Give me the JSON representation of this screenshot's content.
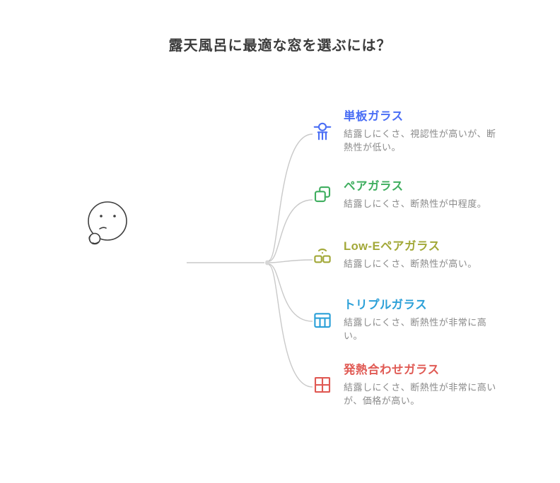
{
  "title": "露天風呂に最適な窓を選ぶには？",
  "colors": {
    "connector": "#c9c9c9",
    "face_stroke": "#3d3d3d",
    "description_text": "#8a8a8a",
    "title_text": "#3b3b3b"
  },
  "root": {
    "icon": "thinking-face-icon"
  },
  "items": [
    {
      "label": "単板ガラス",
      "description": "結露しにくさ、視認性が高いが、断熱性が低い。",
      "color": "#4a6ef5",
      "icon": "single-pane-glass-icon"
    },
    {
      "label": "ペアガラス",
      "description": "結露しにくさ、断熱性が中程度。",
      "color": "#3fae5f",
      "icon": "pair-glass-icon"
    },
    {
      "label": "Low-Eペアガラス",
      "description": "結露しにくさ、断熱性が高い。",
      "color": "#a2a838",
      "icon": "low-e-pair-glass-icon"
    },
    {
      "label": "トリプルガラス",
      "description": "結露しにくさ、断熱性が非常に高い。",
      "color": "#2ba0d8",
      "icon": "triple-glass-icon"
    },
    {
      "label": "発熱合わせガラス",
      "description": "結露しにくさ、断熱性が非常に高いが、価格が高い。",
      "color": "#e05a54",
      "icon": "heated-laminated-glass-icon"
    }
  ]
}
